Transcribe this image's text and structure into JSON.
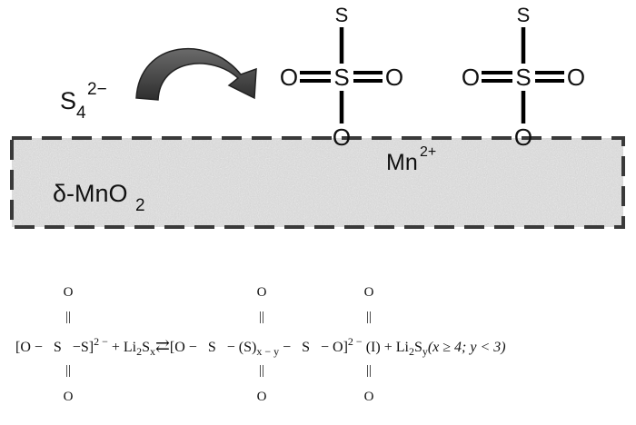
{
  "upper": {
    "polysulfide": {
      "base": "S",
      "sub": "4",
      "charge": "2−"
    },
    "manganese_ion": {
      "base": "Mn",
      "charge": "2+"
    },
    "substrate": {
      "prefix": "δ-MnO",
      "sub": "2"
    },
    "thiosulfate_left": {
      "top": "S",
      "center": "S",
      "left": "O",
      "right": "O",
      "bottom": "O"
    },
    "thiosulfate_right": {
      "top": "S",
      "center": "S",
      "left": "O",
      "right": "O",
      "bottom": "O"
    }
  },
  "equation": {
    "reactant_bracket": "[O −   S   −S]",
    "reactant_charge": "2 −",
    "plus1": " + ",
    "li2sx_li": "Li",
    "li2sx_2": "2",
    "li2sx_s": "S",
    "li2sx_sub": "x",
    "arrow": "⇄",
    "product_part1": "[O −   S   − (S)",
    "product_sub": "x − y",
    "product_part2": " −   S   − O]",
    "product_charge": "2 −",
    "label": " (I) + ",
    "li2sy_li": "Li",
    "li2sy_2": "2",
    "li2sy_s": "S",
    "li2sy_sub": "y",
    "condition": "(x ≥ 4; y < 3)",
    "above_o": [
      "O",
      "O",
      "O"
    ],
    "above_bond": [
      "||",
      "||",
      "||"
    ],
    "below_bond": [
      "||",
      "||",
      "||"
    ],
    "below_o": [
      "O",
      "O",
      "O"
    ]
  }
}
